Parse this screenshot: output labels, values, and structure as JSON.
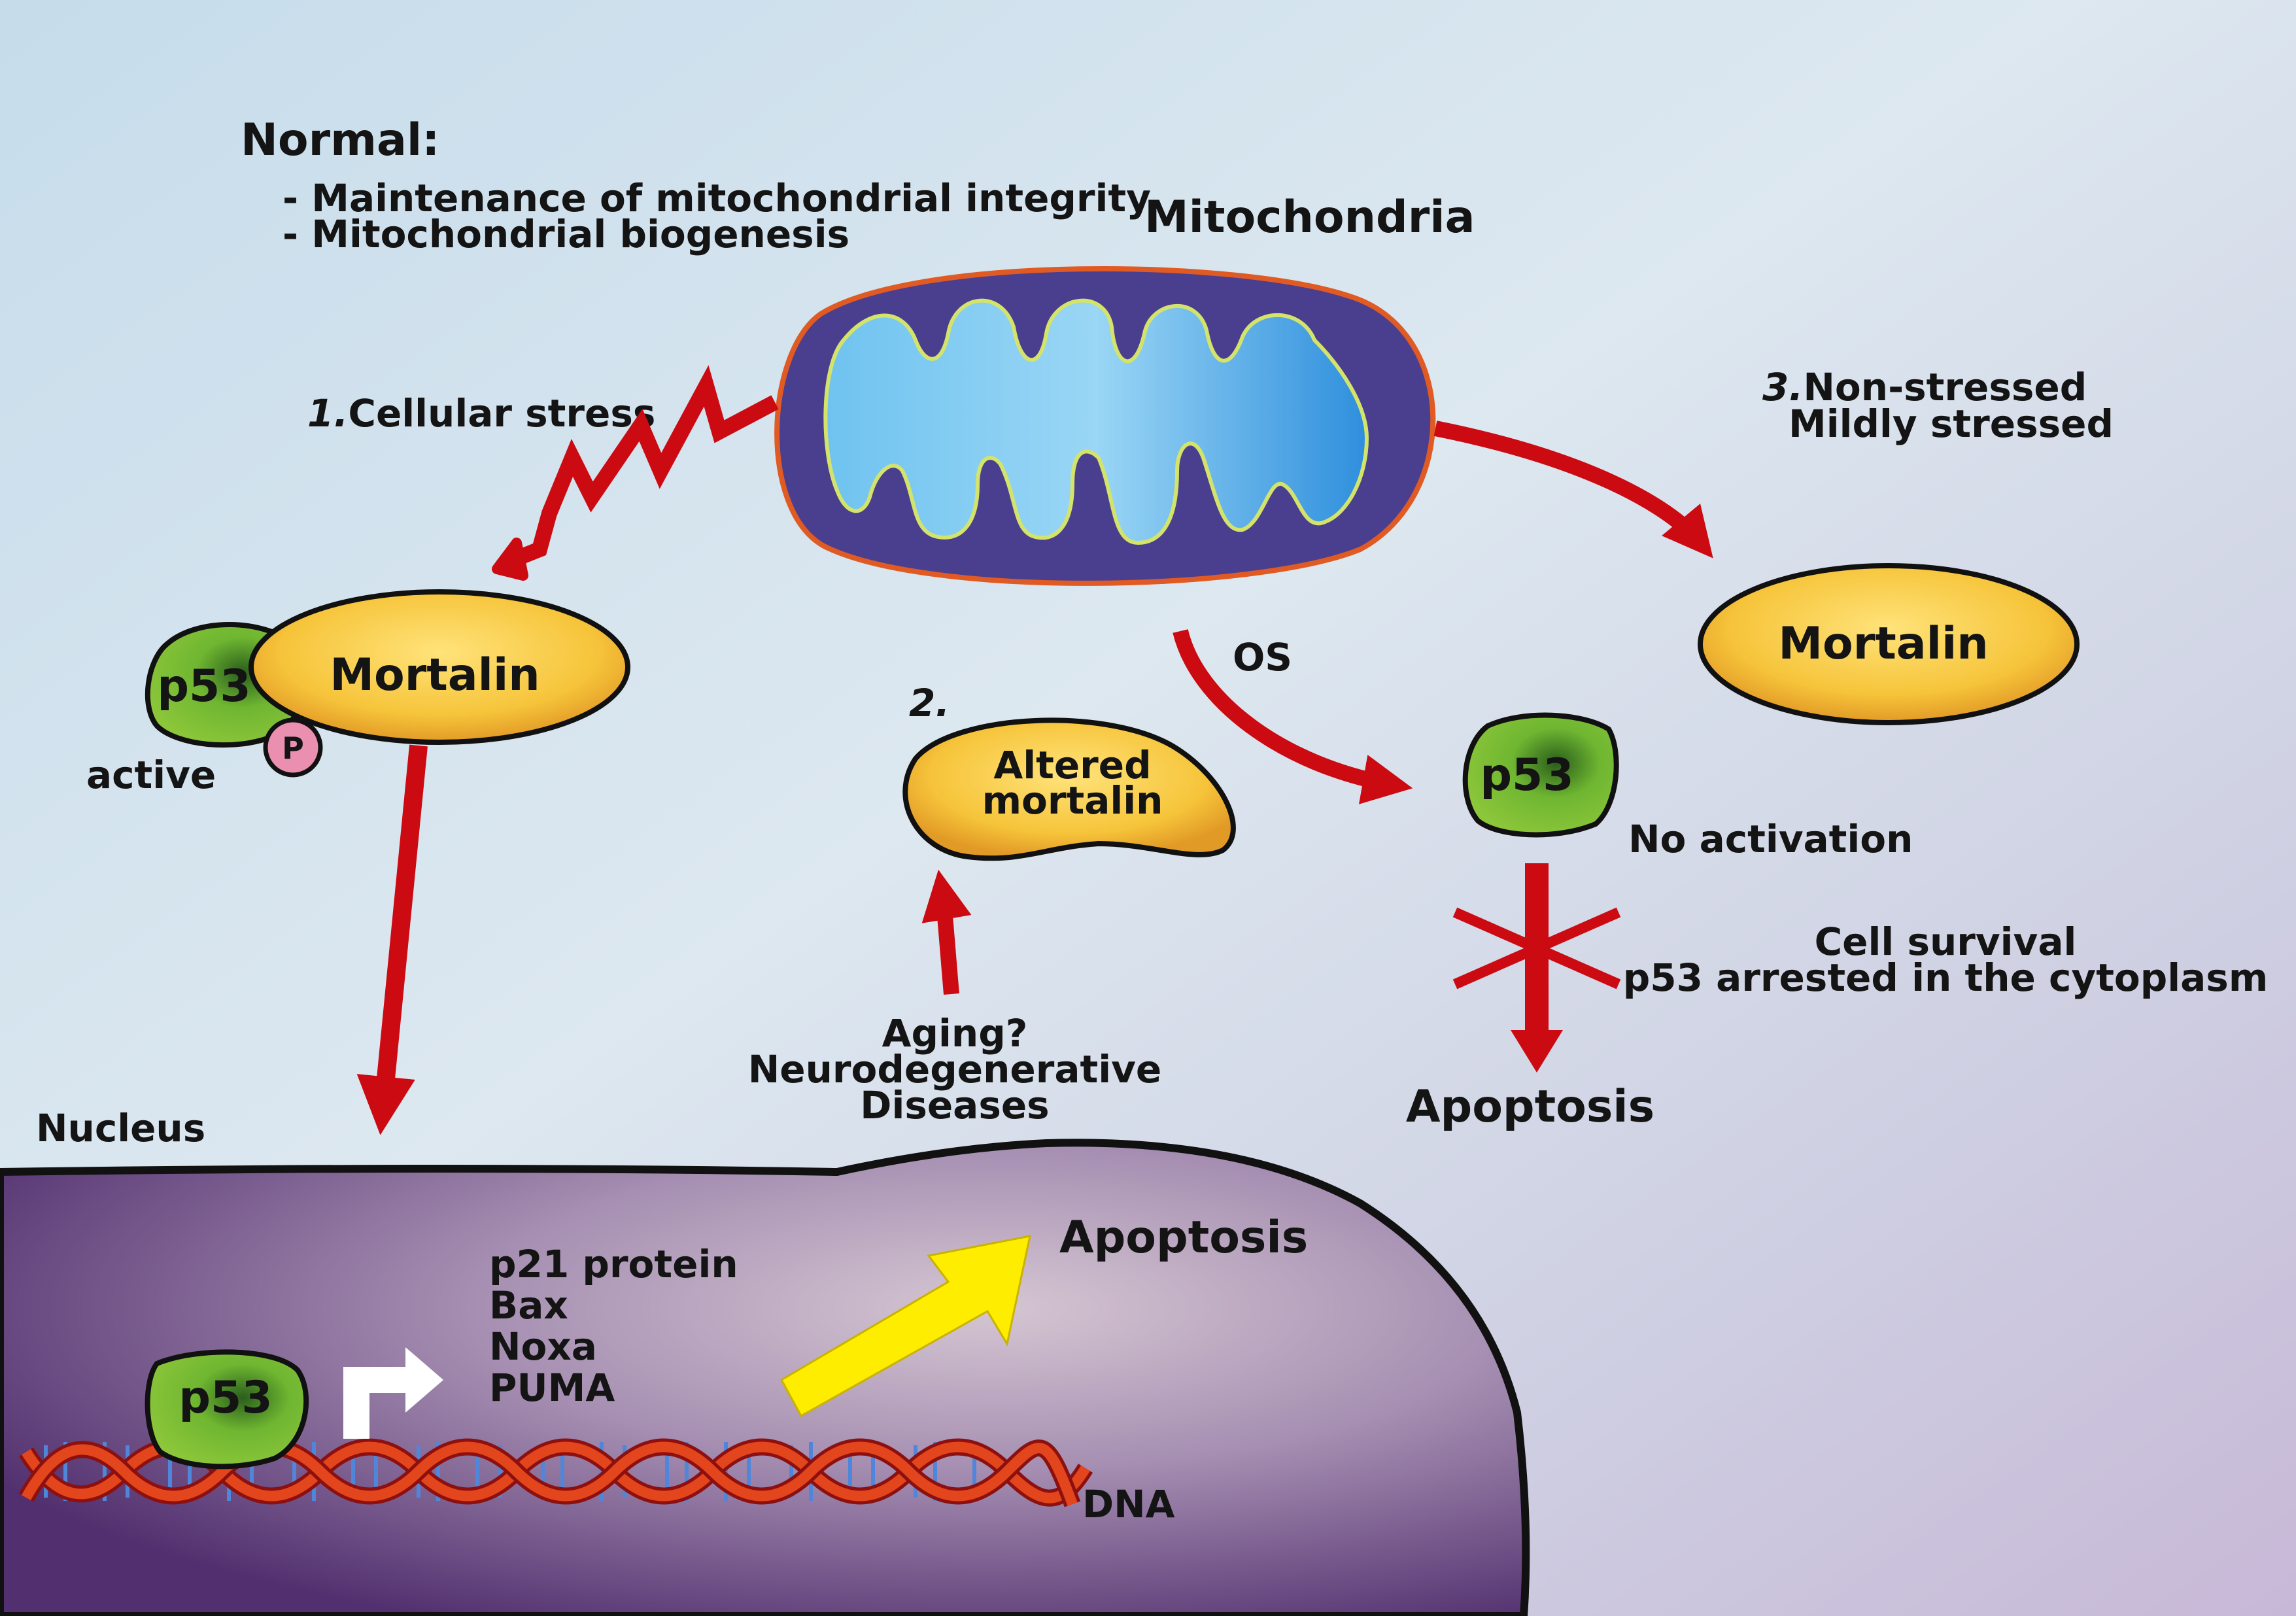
{
  "colors": {
    "arrow": "#cc0a12",
    "mortalin_fill": "#f6c43a",
    "p53_fill": "#6fb631",
    "mito_outer": "#4a3f8e",
    "mito_inner": "#3aa0e4",
    "nucleus": "#7a5a9a",
    "yellow_arrow": "#ffed00"
  },
  "texts": {
    "normal_title": "Normal:",
    "normal_line1": "- Maintenance of mitochondrial integrity",
    "normal_line2": "- Mitochondrial biogenesis",
    "mitochondria_label": "Mitochondria",
    "step1_num": "1.",
    "step1_text": "Cellular stress",
    "step2_num": "2.",
    "step3_num": "3.",
    "step3_line1": "Non-stressed",
    "step3_line2": "Mildly stressed",
    "mortalin_left": "Mortalin",
    "mortalin_right": "Mortalin",
    "p53_left": "p53",
    "p53_mid": "p53",
    "p53_dna": "p53",
    "phospho": "P",
    "active": "active",
    "os": "OS",
    "altered_line1": "Altered",
    "altered_line2": "mortalin",
    "no_activation": "No activation",
    "cell_survival_line1": "Cell survival",
    "cell_survival_line2": "p53 arrested in the cytoplasm",
    "apoptosis_mid": "Apoptosis",
    "aging_line1": "Aging?",
    "aging_line2": "Neurodegenerative",
    "aging_line3": "Diseases",
    "nucleus_label": "Nucleus",
    "apoptosis_nucleus": "Apoptosis",
    "genes": [
      "p21 protein",
      "Bax",
      "Noxa",
      "PUMA"
    ],
    "dna_label": "DNA"
  }
}
